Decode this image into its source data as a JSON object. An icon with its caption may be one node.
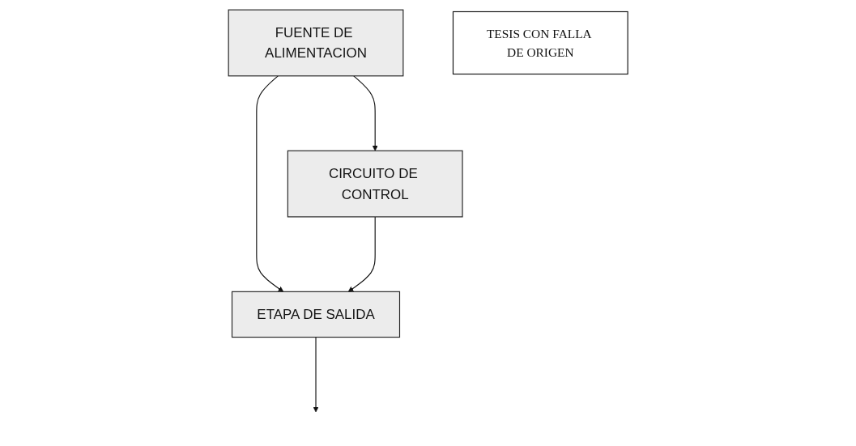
{
  "diagram": {
    "nodes": [
      {
        "text": [
          "FUENTE DE ALIMENTACION"
        ]
      },
      {
        "text": [
          "CIRCUITO DE CONTROL"
        ]
      },
      {
        "text": [
          "ETAPA DE SALIDA"
        ]
      },
      {
        "text": [
          "TESIS CON FALLA DE ORIGEN"
        ]
      }
    ],
    "edges": [
      {
        "from": 0,
        "to": 1,
        "arrow": "to"
      },
      {
        "from": 0,
        "to": 2,
        "arrow": "to"
      },
      {
        "from": 1,
        "to": 2,
        "arrow": "to"
      },
      {
        "from": 2,
        "to": null,
        "arrow": "to"
      }
    ]
  }
}
